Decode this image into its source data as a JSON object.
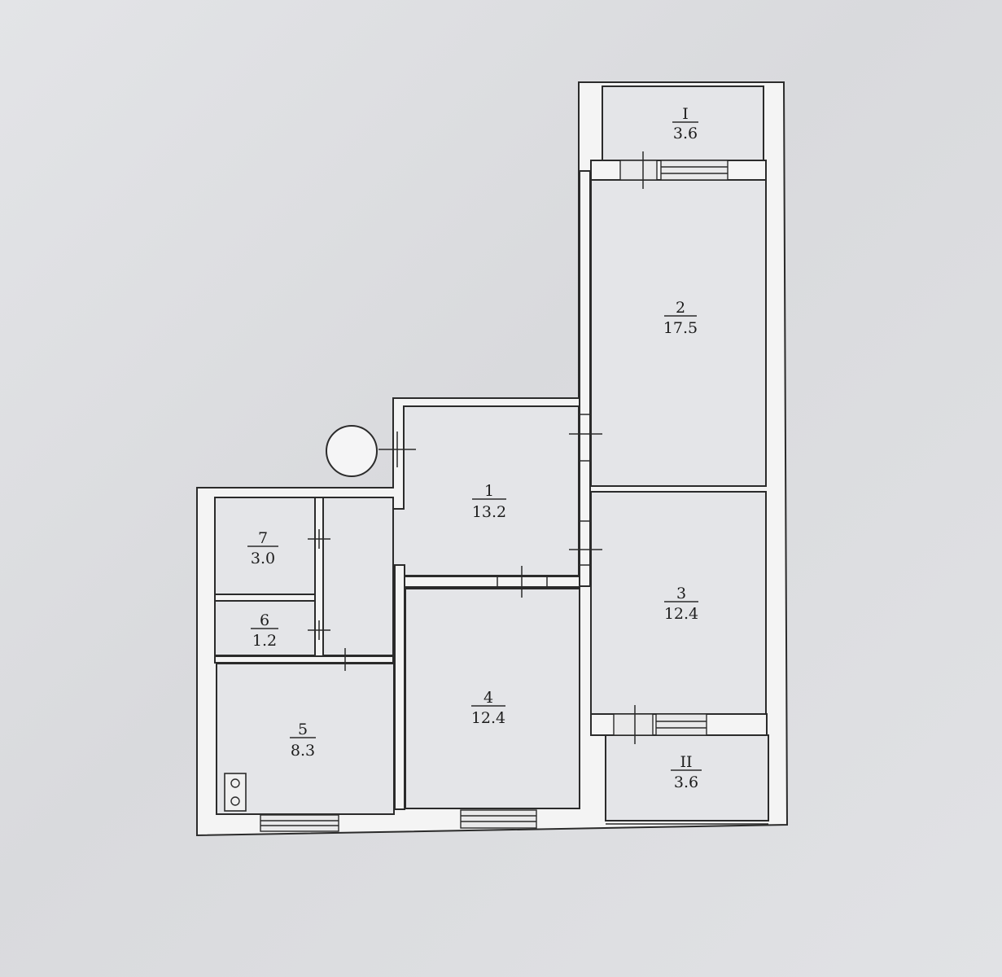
{
  "rooms": [
    {
      "id": "balcony-1",
      "number": "I",
      "area": "3.6"
    },
    {
      "id": "room-2",
      "number": "2",
      "area": "17.5"
    },
    {
      "id": "room-1",
      "number": "1",
      "area": "13.2"
    },
    {
      "id": "room-3",
      "number": "3",
      "area": "12.4"
    },
    {
      "id": "room-4",
      "number": "4",
      "area": "12.4"
    },
    {
      "id": "room-5",
      "number": "5",
      "area": "8.3"
    },
    {
      "id": "room-6",
      "number": "6",
      "area": "1.2"
    },
    {
      "id": "room-7",
      "number": "7",
      "area": "3.0"
    },
    {
      "id": "balcony-2",
      "number": "II",
      "area": "3.6"
    }
  ],
  "icons": {
    "entrance": "entrance-circle-icon",
    "stove": "stove-icon"
  }
}
